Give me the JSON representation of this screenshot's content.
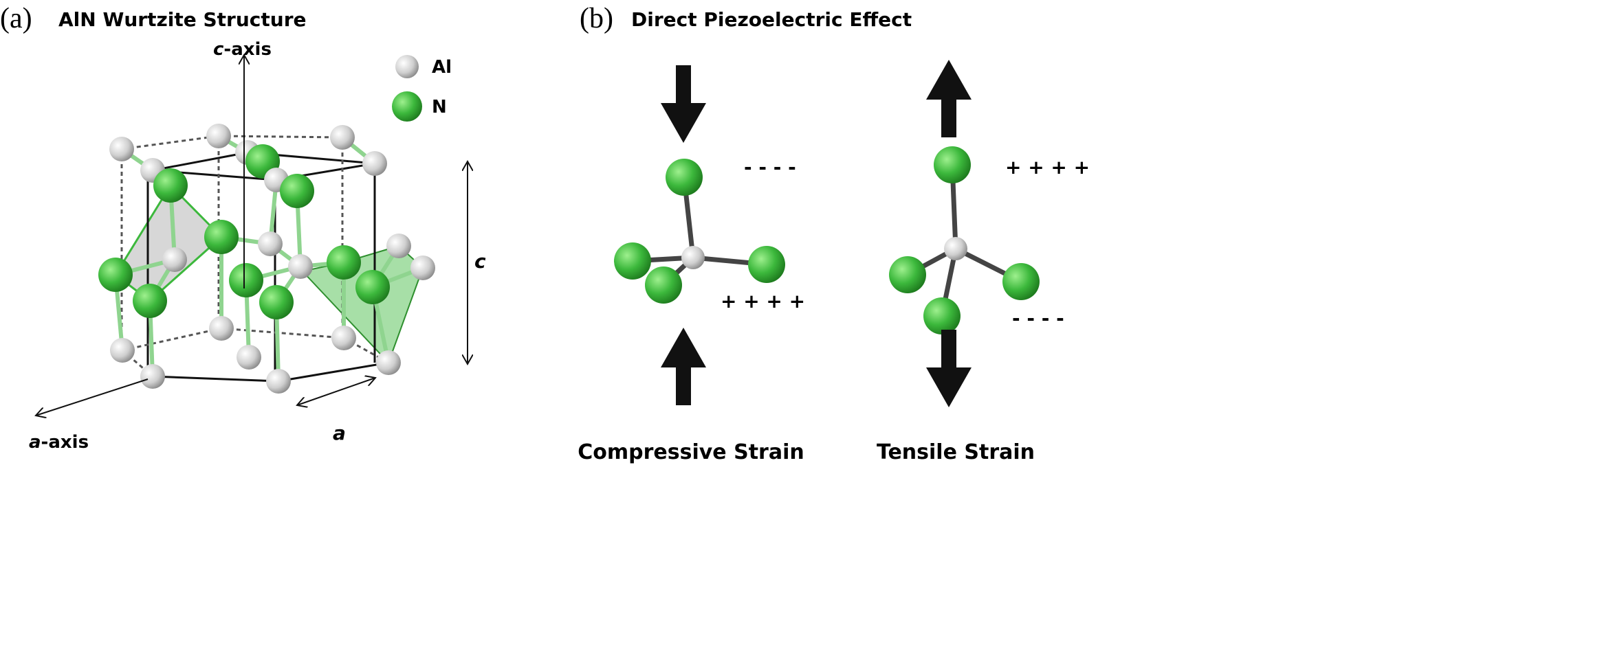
{
  "panel_a": {
    "label": "(a)",
    "title": "AlN Wurtzite Structure",
    "c_axis_label_italic": "c",
    "c_axis_label_rest": "-axis",
    "a_axis_label_italic": "a",
    "a_axis_label_rest": "-axis",
    "c_param": "c",
    "a_param": "a",
    "legend": [
      {
        "label": "Al",
        "color": "#d9d9d9"
      },
      {
        "label": "N",
        "color": "#3cb83c"
      }
    ]
  },
  "panel_b": {
    "label": "(b)",
    "title": "Direct Piezoelectric Effect",
    "compressive": {
      "label": "Compressive Strain",
      "top_charge": "- - - -",
      "bottom_charge": "+ + + +"
    },
    "tensile": {
      "label": "Tensile Strain",
      "top_charge": "+ + + +",
      "bottom_charge": "- - - -"
    }
  },
  "colors": {
    "al": "#d9d9d9",
    "n": "#3cb83c",
    "arrow": "#111111"
  }
}
